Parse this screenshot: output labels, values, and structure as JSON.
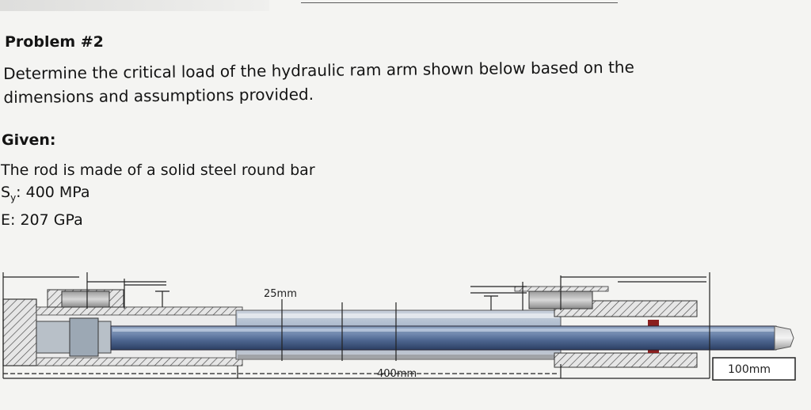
{
  "problem": {
    "title": "Problem #2",
    "statement": "Determine the critical load of the hydraulic ram arm shown below based on the dimensions and assumptions provided."
  },
  "given": {
    "heading": "Given:",
    "material": "The rod is made of a solid steel round bar",
    "sy_prefix": "S",
    "sy_sub": "y",
    "sy_value": ": 400 MPa",
    "e_line": "E: 207 GPa"
  },
  "figure": {
    "diameter_label": "25mm",
    "length_label": "400mm",
    "overhang_label": "100mm"
  }
}
